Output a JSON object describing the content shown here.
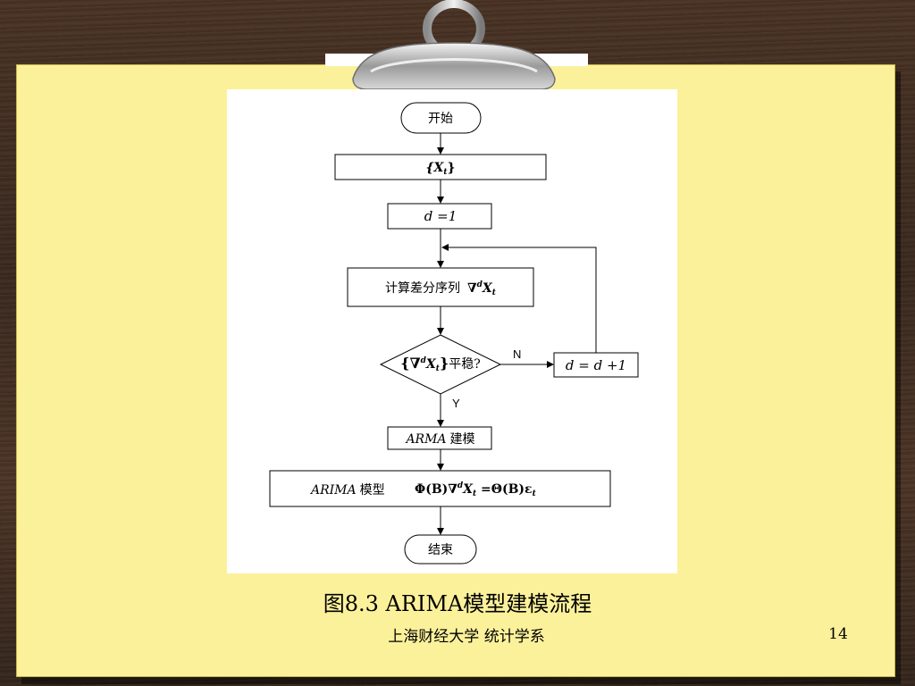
{
  "slide": {
    "figure_caption": "图8.3  ARIMA模型建模流程",
    "footer": "上海财经大学  统计学系",
    "page_number": "14"
  },
  "flowchart": {
    "start": "开始",
    "input_series": "{X",
    "input_series_sub": "t",
    "input_series_close": "}",
    "init_d": "d =1",
    "compute_diff_text": "计算差分序列",
    "diff_nabla": "∇",
    "diff_sup": "d",
    "diff_var": "X",
    "diff_sub": "t",
    "decision_open": "{∇",
    "decision_sup": "d",
    "decision_var": "X",
    "decision_sub": "t",
    "decision_close": "}",
    "decision_text": "平稳?",
    "no_label": "N",
    "yes_label": "Y",
    "increment_d": "d = d +1",
    "arma_italic": "ARMA",
    "arma_text": "建模",
    "arima_italic": "ARIMA",
    "arima_text": "模型",
    "arima_eq_a": "Φ(B)∇",
    "arima_eq_sup": "d",
    "arima_eq_b": "X",
    "arima_eq_sub": "t",
    "arima_eq_c": " =Θ(B)ε",
    "arima_eq_sub2": "t",
    "end": "结束"
  }
}
